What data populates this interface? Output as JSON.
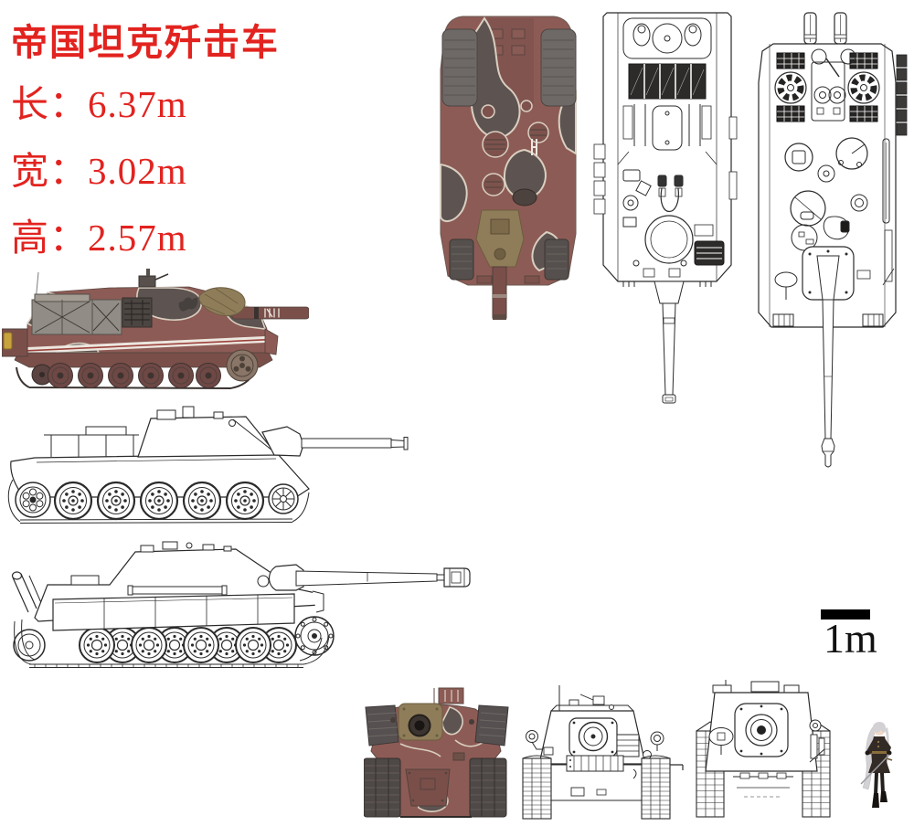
{
  "title": "帝国坦克歼击车",
  "specs": [
    {
      "id": "length",
      "text": "长：6.37m"
    },
    {
      "id": "width",
      "text": "宽：3.02m"
    },
    {
      "id": "height",
      "text": "高：2.57m"
    }
  ],
  "scale_bar": {
    "label": "1m"
  },
  "figures": {
    "top_row": [
      {
        "name": "imperial-tank-destroyer-top-view",
        "style": "color-render"
      },
      {
        "name": "su100-tank-destroyer-top-view",
        "style": "line-drawing"
      },
      {
        "name": "jagdpanther-top-view",
        "style": "line-drawing"
      }
    ],
    "side_column": [
      {
        "name": "imperial-tank-destroyer-side-view",
        "style": "color-render"
      },
      {
        "name": "su100-tank-destroyer-side-view",
        "style": "line-drawing"
      },
      {
        "name": "jagdpanther-side-view",
        "style": "line-drawing"
      }
    ],
    "bottom_row": [
      {
        "name": "imperial-tank-destroyer-front-view",
        "style": "color-render"
      },
      {
        "name": "su100-tank-destroyer-front-view",
        "style": "line-drawing"
      },
      {
        "name": "jagdpanther-rear-view",
        "style": "line-drawing"
      },
      {
        "name": "scale-figure-character",
        "style": "color-render"
      }
    ]
  },
  "colors": {
    "text-red": "#e2231f",
    "line-ink": "#2b2b2b",
    "scalebar-black": "#000000",
    "camo-red": "#8d5b55",
    "camo-red-dark": "#7a4f4a",
    "camo-gray": "#5d5451",
    "camo-cream": "#d9cfc1",
    "stripe-white": "#ece7df",
    "track-dark": "#4e4846",
    "wheel-maroon": "#6e4845",
    "khaki": "#8f7d5a",
    "char-hair": "#d3d1d4",
    "char-uniform": "#332b26",
    "char-skin": "#f0d9c6"
  }
}
